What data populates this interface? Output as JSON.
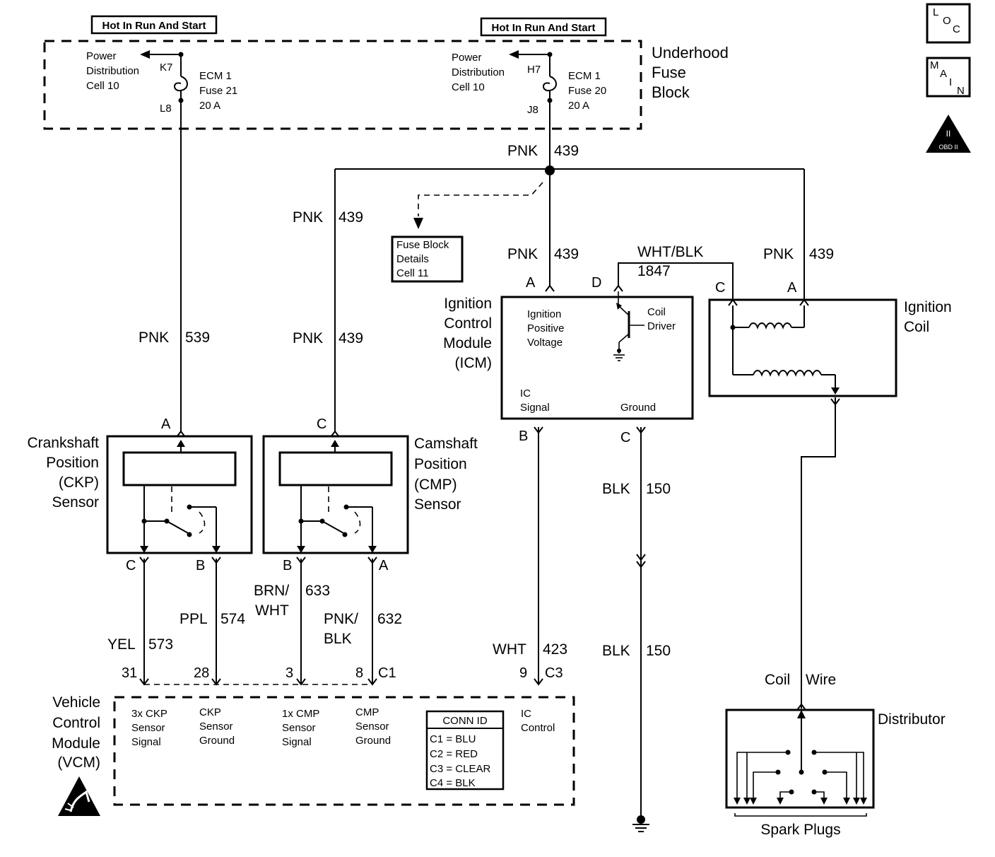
{
  "title_boxes": {
    "left": "Hot In Run And Start",
    "right": "Hot In Run And Start"
  },
  "icons": {
    "loc": [
      "L",
      "O",
      "C"
    ],
    "main": [
      "M",
      "A",
      "I",
      "N"
    ],
    "obd": {
      "top": "II",
      "bottom": "OBD II"
    }
  },
  "fuse_block": {
    "title": [
      "Underhood",
      "Fuse",
      "Block"
    ],
    "left": {
      "cell": [
        "Power",
        "Distribution",
        "Cell 10"
      ],
      "top_pin": "K7",
      "bottom_pin": "L8",
      "fuse": [
        "ECM 1",
        "Fuse 21",
        "20 A"
      ]
    },
    "right": {
      "cell": [
        "Power",
        "Distribution",
        "Cell 10"
      ],
      "top_pin": "H7",
      "bottom_pin": "J8",
      "fuse": [
        "ECM 1",
        "Fuse 20",
        "20 A"
      ]
    }
  },
  "fuse_details": [
    "Fuse Block",
    "Details",
    "Cell 11"
  ],
  "wires": {
    "pnk439_main": [
      "PNK",
      "439"
    ],
    "pnk439_cmp_upper": [
      "PNK",
      "439"
    ],
    "pnk439_cmp_lower": [
      "PNK",
      "439"
    ],
    "pnk539": [
      "PNK",
      "539"
    ],
    "pnk439_icm": [
      "PNK",
      "439"
    ],
    "pnk439_coil": [
      "PNK",
      "439"
    ],
    "wht_blk_1847": [
      "WHT/BLK",
      "1847"
    ],
    "yel573": [
      "YEL",
      "573"
    ],
    "ppl574": [
      "PPL",
      "574"
    ],
    "brn_wht_633": [
      "BRN/",
      "WHT",
      "633"
    ],
    "pnk_blk_632": [
      "PNK/",
      "BLK",
      "632"
    ],
    "wht423": [
      "WHT",
      "423"
    ],
    "blk150_upper": [
      "BLK",
      "150"
    ],
    "blk150_lower": [
      "BLK",
      "150"
    ],
    "coil_wire": [
      "Coil",
      "Wire"
    ]
  },
  "icm": {
    "name": [
      "Ignition",
      "Control",
      "Module",
      "(ICM)"
    ],
    "inner_left": [
      "Ignition",
      "Positive",
      "Voltage"
    ],
    "coil_driver": [
      "Coil",
      "Driver"
    ],
    "ic_signal": [
      "IC",
      "Signal"
    ],
    "ground": "Ground",
    "pins": {
      "a": "A",
      "d": "D",
      "b": "B",
      "c": "C"
    }
  },
  "ignition_coil": {
    "name": [
      "Ignition",
      "Coil"
    ],
    "pins": {
      "c": "C",
      "a": "A"
    }
  },
  "ckp": {
    "name": [
      "Crankshaft",
      "Position",
      "(CKP)",
      "Sensor"
    ],
    "pins": {
      "a": "A",
      "c": "C",
      "b": "B"
    }
  },
  "cmp": {
    "name": [
      "Camshaft",
      "Position",
      "(CMP)",
      "Sensor"
    ],
    "pins": {
      "c": "C",
      "b": "B",
      "a": "A"
    }
  },
  "vcm": {
    "name": [
      "Vehicle",
      "Control",
      "Module",
      "(VCM)"
    ],
    "pin_numbers": {
      "p31": "31",
      "p28": "28",
      "p3": "3",
      "p8": "8",
      "c1": "C1",
      "p9": "9",
      "c3": "C3"
    },
    "labels": {
      "ckp3x": [
        "3x CKP",
        "Sensor",
        "Signal"
      ],
      "ckpgnd": [
        "CKP",
        "Sensor",
        "Ground"
      ],
      "cmp1x": [
        "1x CMP",
        "Sensor",
        "Signal"
      ],
      "cmpgnd": [
        "CMP",
        "Sensor",
        "Ground"
      ],
      "ic": [
        "IC",
        "Control"
      ]
    },
    "conn_id": {
      "title": "CONN ID",
      "rows": [
        "C1 = BLU",
        "C2 = RED",
        "C3 = CLEAR",
        "C4 = BLK"
      ]
    }
  },
  "distributor": {
    "name": "Distributor",
    "spark_plugs": "Spark Plugs"
  }
}
